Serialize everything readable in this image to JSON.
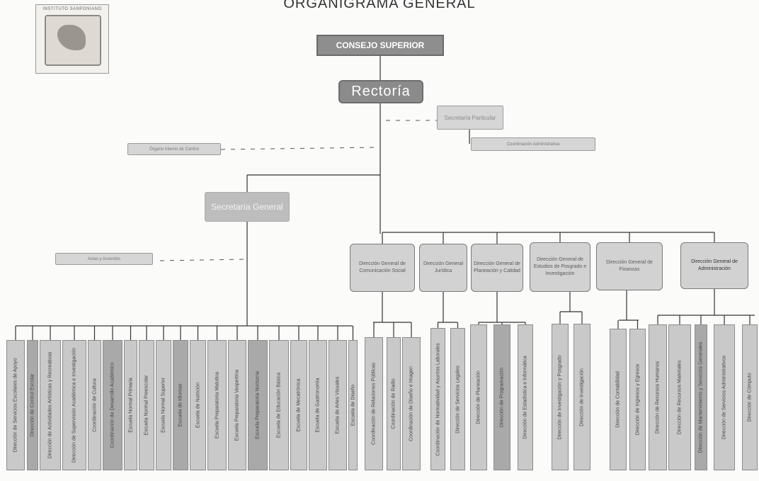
{
  "title": "ORGANIGRAMA GENERAL",
  "seal_text": "INSTITUTO SANPONIANO",
  "top": {
    "consejo": "CONSEJO SUPERIOR",
    "rectoria": "Rectoría",
    "secretaria_particular": "Secretaría Particular",
    "coordinacion_administrativa": "Coordinación Administrativa",
    "organo_interno": "Órgano Interno de Control",
    "secretaria_general": "Secretaría General",
    "actas": "Actas y Acuerdos"
  },
  "direcciones": [
    "Dirección General de Comunicación Social",
    "Dirección General Jurídica",
    "Dirección General de Planeación y Calidad",
    "Dirección General de Estudios de Posgrado e Investigación",
    "Dirección General de Finanzas",
    "Dirección General de Administración"
  ],
  "secgen_units": [
    "Dirección de Servicios Escolares de Apoyo",
    "Dirección de Control Escolar",
    "Dirección de Actividades Artísticas y Recreativas",
    "Dirección de Supervisión Académica e Investigación",
    "Coordinación de Cultura",
    "Coordinación de Desarrollo Académico",
    "Escuela Normal Primaria",
    "Escuela Normal Preescolar",
    "Escuela Normal Superior",
    "Escuela de Idiomas",
    "Escuela de Nutrición",
    "Escuela Preparatoria Matutina",
    "Escuela Preparatoria Vespertina",
    "Escuela Preparatoria Nocturna",
    "Escuela de Educación Básica",
    "Escuela de Mecatrónica",
    "Escuela de Gastronomía",
    "Escuela de Artes Visuales",
    "Escuela de Diseño"
  ],
  "comunicacion_units": [
    "Coordinación de Relaciones Públicas",
    "Coordinación de Radio",
    "Coordinación de Diseño e Imagen"
  ],
  "juridica_units": [
    "Coordinación de Normatividad y Asuntos Laborales",
    "Dirección de Servicios Legales"
  ],
  "planeacion_units": [
    "Dirección de Planeación",
    "Dirección de Programación",
    "Dirección de Estadística e Informática"
  ],
  "posgrado_units": [
    "Dirección de Investigación y Posgrado",
    "Dirección de Investigación"
  ],
  "finanzas_units": [
    "Dirección de Contabilidad",
    "Dirección de Ingresos y Egresos"
  ],
  "administracion_units": [
    "Dirección de Recursos Humanos",
    "Dirección de Recursos Materiales",
    "Dirección de Mantenimiento y Servicios Generales",
    "Dirección de Servicios Administrativos",
    "Dirección de Cómputo"
  ]
}
